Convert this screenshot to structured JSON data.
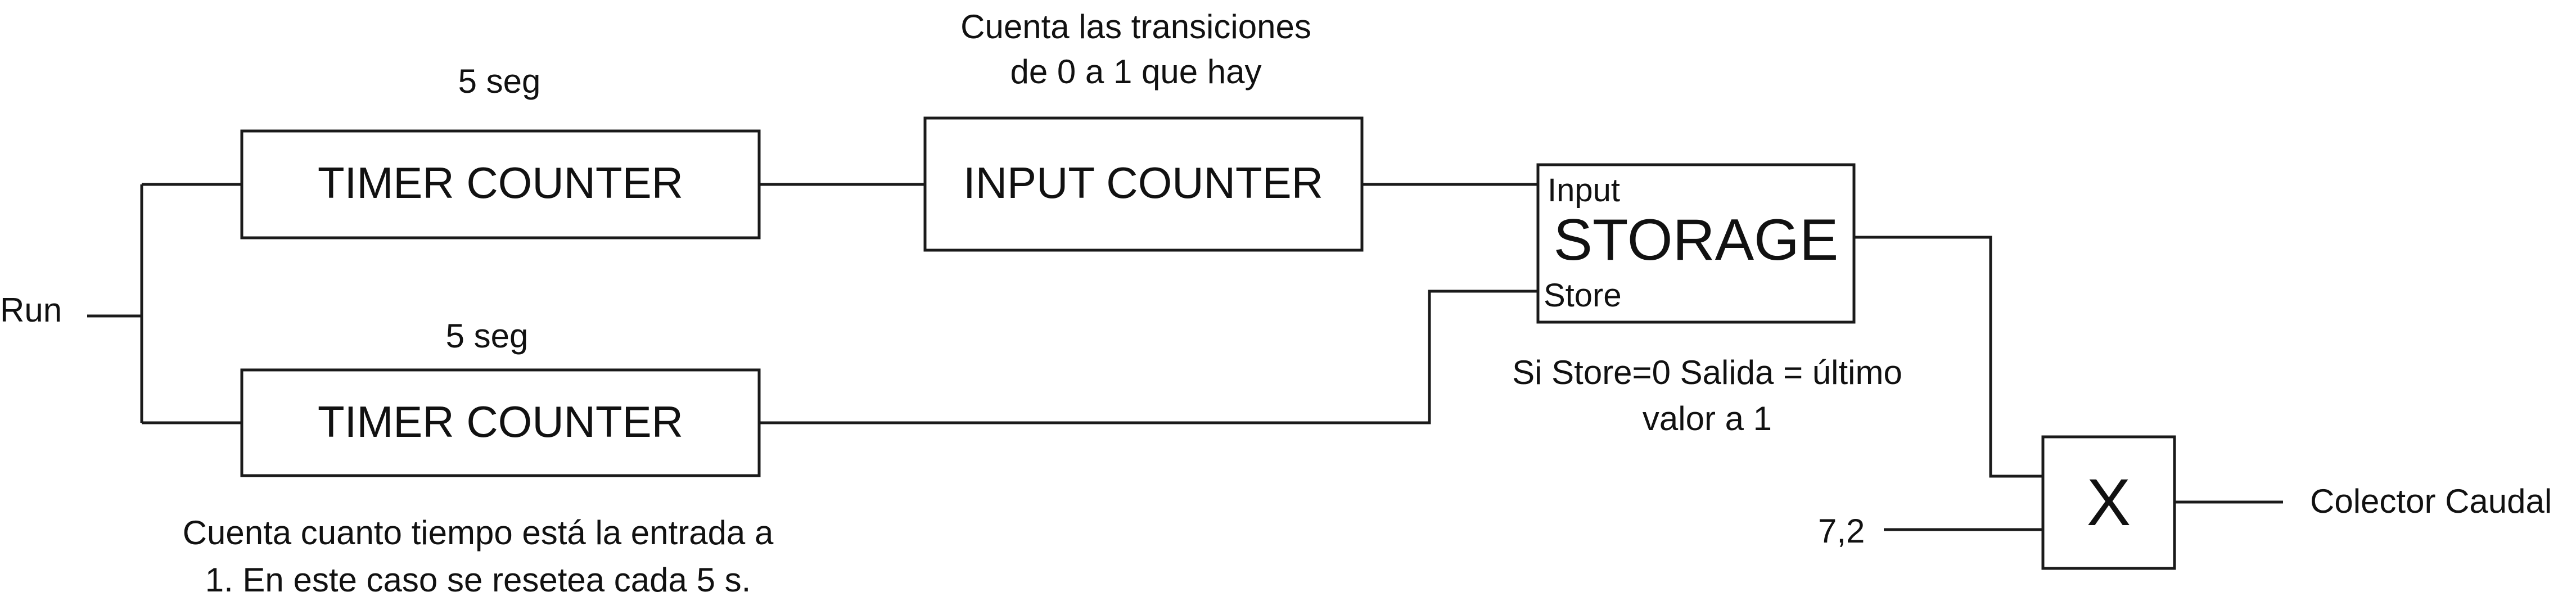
{
  "run_label": "Run",
  "timer_top": {
    "label": "TIMER COUNTER",
    "period": "5 seg"
  },
  "timer_bottom": {
    "label": "TIMER COUNTER",
    "period": "5 seg"
  },
  "timer_note": {
    "line1": "Cuenta cuanto tiempo está la entrada a",
    "line2": "1. En este caso se resetea cada 5 s."
  },
  "input_counter": {
    "label": "INPUT COUNTER",
    "note_line1": "Cuenta las transiciones",
    "note_line2": "de 0 a 1 que hay"
  },
  "storage": {
    "label": "STORAGE",
    "port_input": "Input",
    "port_store": "Store",
    "note_line1": "Si Store=0 Salida = último",
    "note_line2": "valor a 1"
  },
  "multiplier": {
    "label": "X",
    "constant": "7,2"
  },
  "output_label": "Colector Caudal"
}
